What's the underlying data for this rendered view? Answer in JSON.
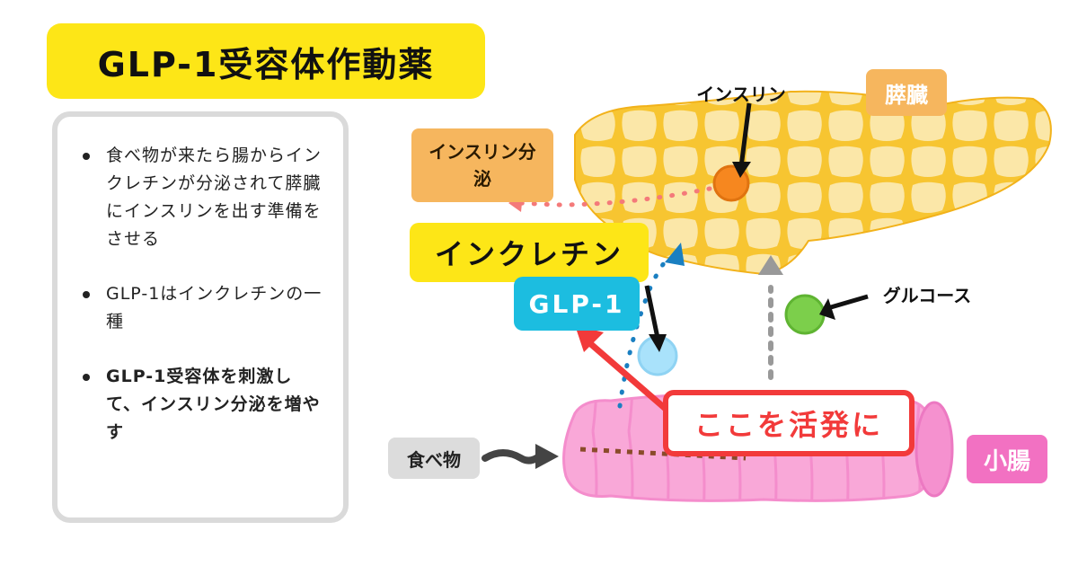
{
  "title": "GLP-1受容体作動薬",
  "info": {
    "bullets": [
      "食べ物が来たら腸からインクレチンが分泌されて膵臓にインスリンを出す準備をさせる",
      "GLP-1はインクレチンの一種",
      "GLP-1受容体を刺激して、インスリン分泌を増やす"
    ]
  },
  "diagram": {
    "pancreas_label": "膵臓",
    "insulin_label": "インスリン",
    "insulin_secretion_label": "インスリン分泌",
    "incretin_label": "インクレチン",
    "glp1_label": "GLP-1",
    "glucose_label": "グルコース",
    "activate_label": "ここを活発に",
    "food_label": "食べ物",
    "intestine_label": "小腸"
  },
  "colors": {
    "title_bg": "#fde617",
    "pancreas": "#fbe7a8",
    "pancreas_cells": "#f7c531",
    "intestine": "#f9a8d8",
    "insulin_dot": "#f6871f",
    "glucose_dot": "#7ccf4b",
    "glp1_dot": "#a9e2fb",
    "highlight": "#f23a3a",
    "glp1_box": "#1cbde0"
  }
}
